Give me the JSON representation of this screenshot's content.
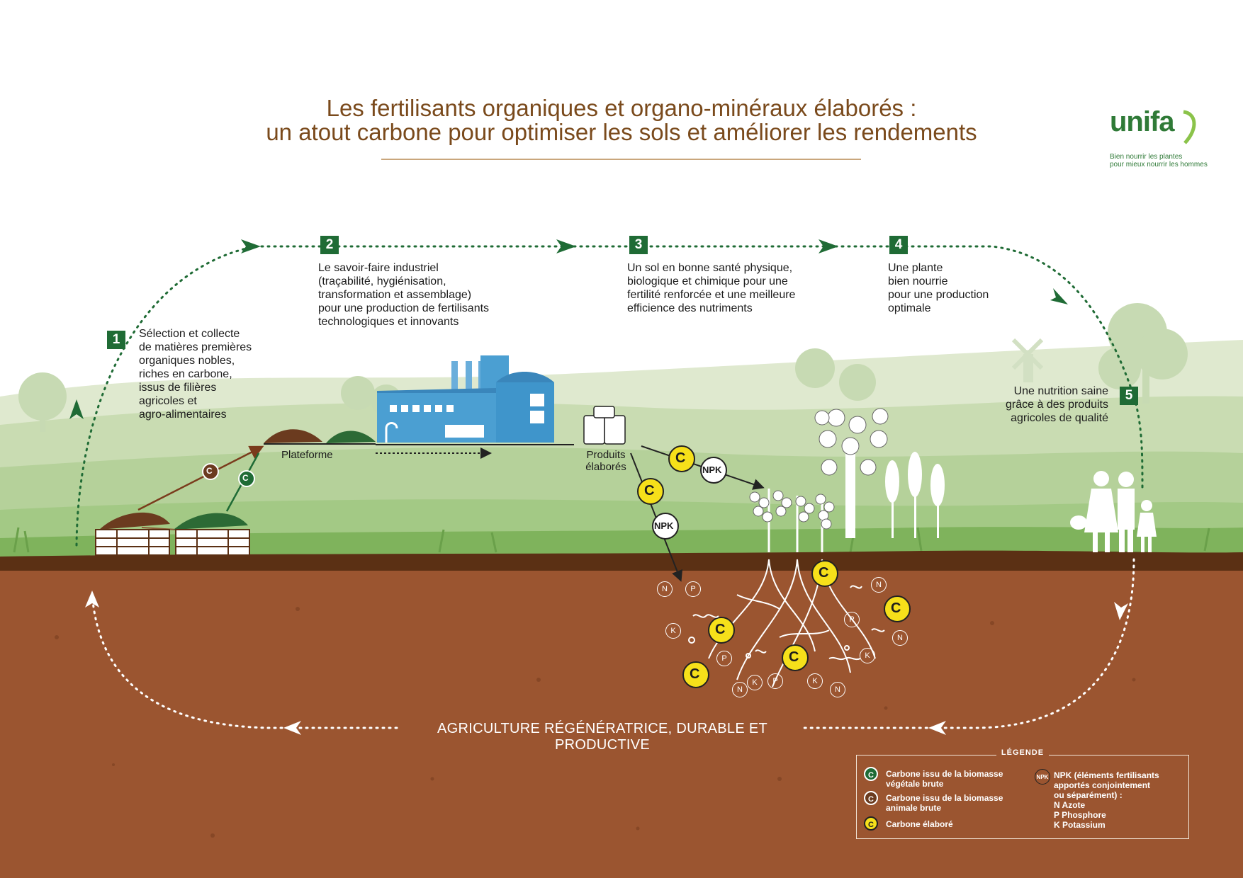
{
  "title": {
    "line1": "Les fertilisants organiques et organo-minéraux élaborés :",
    "line2": "un atout carbone pour optimiser les sols et améliorer les rendements"
  },
  "logo": {
    "brand": "unifa",
    "tagline1": "Bien nourrir les plantes",
    "tagline2": "pour mieux nourrir les hommes"
  },
  "steps": [
    {
      "number": "1",
      "lines": [
        "Sélection et collecte",
        "de matières premières",
        "organiques nobles,",
        "riches en carbone,",
        "issus de filières",
        "agricoles et",
        "agro-alimentaires"
      ]
    },
    {
      "number": "2",
      "lines": [
        "Le savoir-faire industriel",
        "(traçabilité, hygiénisation,",
        "transformation et assemblage)",
        "pour une production de fertilisants",
        "technologiques et innovants"
      ]
    },
    {
      "number": "3",
      "lines": [
        "Un sol en bonne santé physique,",
        "biologique et chimique pour une",
        "fertilité renforcée et une meilleure",
        "efficience des nutriments"
      ]
    },
    {
      "number": "4",
      "lines": [
        "Une plante",
        "bien nourrie",
        "pour une production",
        "optimale"
      ]
    },
    {
      "number": "5",
      "lines": [
        "Une nutrition saine",
        "grâce à des produits",
        "agricoles de qualité"
      ]
    }
  ],
  "labels": {
    "plateforme": "Plateforme",
    "produits1": "Produits",
    "produits2": "élaborés",
    "npk": "NPK",
    "carbon_symbol": "C"
  },
  "soil_nutrients": [
    "N",
    "P",
    "K"
  ],
  "banner": "AGRICULTURE RÉGÉNÉRATRICE, DURABLE ET PRODUCTIVE",
  "legend": {
    "title": "LÉGENDE",
    "items": [
      {
        "symbol": "C",
        "line1": "Carbone issu de la biomasse",
        "line2": "végétale brute",
        "color": "#1f6b35"
      },
      {
        "symbol": "C",
        "line1": "Carbone issu de la biomasse",
        "line2": "animale brute",
        "color": "#6b3b1f"
      },
      {
        "symbol": "C",
        "line1": "Carbone élaboré",
        "line2": "",
        "color": "#f6e01a"
      }
    ],
    "npk": {
      "symbol": "NPK",
      "line1": "NPK (éléments fertilisants",
      "line2": "apportés conjointement",
      "line3": "ou séparément) :",
      "n": "N Azote",
      "p": "P Phosphore",
      "k": "K Potassium"
    }
  },
  "colors": {
    "title_brown": "#7a4a1c",
    "step_green": "#1f6b35",
    "soil": "#9b5530",
    "topsoil": "#5b3014",
    "carbon_yellow": "#f6e01a",
    "factory_blue": "#4b9fd2"
  }
}
